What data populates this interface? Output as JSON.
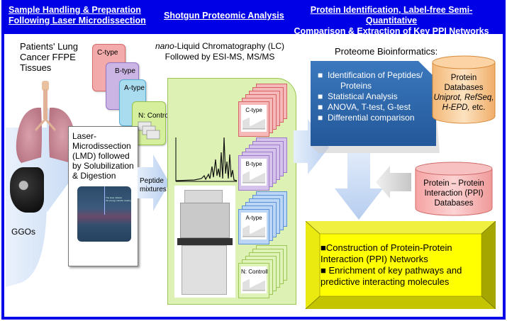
{
  "header": {
    "col1": [
      "Sample Handling & Preparation",
      "Following  Laser Microdissection"
    ],
    "col2": "Shotgun Proteomic Analysis",
    "col3": [
      "Protein Identification, Label-free Semi-Quantitative",
      "Comparison  & Extraction of Key PPI Networks"
    ]
  },
  "tissue": {
    "label": [
      "Patients' Lung",
      "Cancer  FFPE",
      "Tissues"
    ],
    "ggo_label": "GGOs"
  },
  "sample_groups": [
    {
      "label": "C-type",
      "color": "#f2a9a9",
      "border": "#d86a6a"
    },
    {
      "label": "B-type",
      "color": "#c9b3e3",
      "border": "#9574c2"
    },
    {
      "label": "A-type",
      "color": "#a9dcef",
      "border": "#56aed3"
    },
    {
      "label": "N: Control",
      "color": "#d4ee9c",
      "border": "#96c34c"
    }
  ],
  "lmd": {
    "text": [
      "Laser-",
      "Microdissection",
      "(LMD) followed",
      "by  Solubilization",
      "& Digestion"
    ],
    "image_caption": [
      "The laser ablates",
      "the energy transfer coating"
    ]
  },
  "arrow_peptide": [
    "Peptide",
    "mixtures"
  ],
  "lc": {
    "title_italic": "nano",
    "title_rest": "-Liquid Chromatography (LC)",
    "subtitle": "Followed by ESI-MS, MS/MS"
  },
  "spectra_stacks": [
    {
      "label": "C-type",
      "fill": "#f6b9b9",
      "border": "#d56363"
    },
    {
      "label": "B-type",
      "fill": "#d5c3ec",
      "border": "#9b78c8"
    },
    {
      "label": "A-type",
      "fill": "#bcd6f5",
      "border": "#5b8fd6"
    },
    {
      "label": "N: Controll",
      "fill": "#dff2b8",
      "border": "#9cc653"
    }
  ],
  "bioinformatics": {
    "title": "Proteome Bioinformatics:",
    "items": [
      "Identification of Peptides/",
      "Proteins",
      "Statistical Analysis",
      "ANOVA, T-test, G-test",
      "Differential  comparison"
    ]
  },
  "protein_db": {
    "line1": "Protein",
    "line2": "Databases",
    "line3": "Uniprot, RefSeq,",
    "line4_italic": "H-EPD,",
    "line4_rest": " etc."
  },
  "ppi_db": {
    "lines": [
      "Protein – Protein",
      "Interaction  (PPI)",
      "Databases"
    ]
  },
  "result_box": {
    "items": [
      "■Construction of Protein-Protein",
      "Interaction (PPI) Networks",
      "■  Enrichment of key pathways and",
      "predictive interacting molecules"
    ]
  },
  "colors": {
    "header_bg": "#0000e6",
    "frame": "#0a0ae8",
    "arrow_light": "#c4d9f5",
    "bioinfo_box": "#2f68ad",
    "result_box": "#ffff00",
    "result_bevel": "#c9c900"
  }
}
